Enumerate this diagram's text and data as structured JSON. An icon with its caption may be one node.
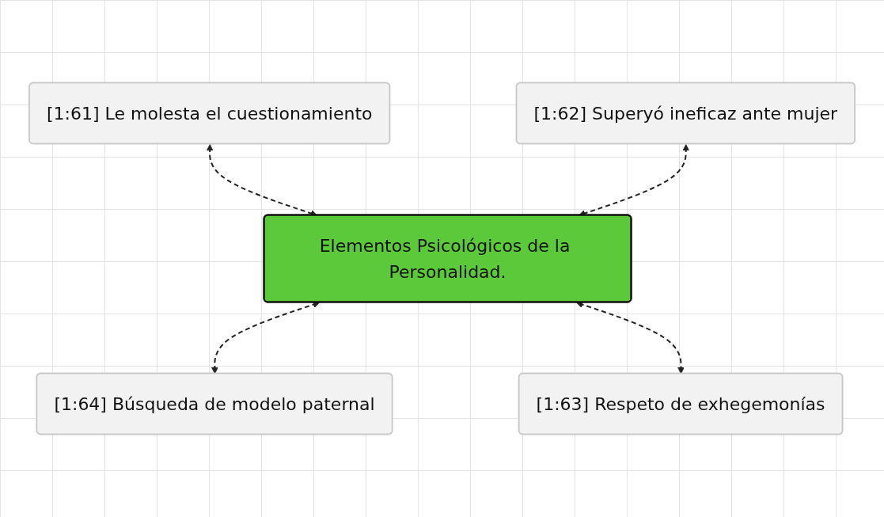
{
  "diagram": {
    "nodes": [
      {
        "text": [
          "[1:61] Le molesta el cuestionamiento"
        ]
      },
      {
        "text": [
          "[1:62] Superyó ineficaz ante mujer"
        ]
      },
      {
        "text": [
          "Elementos Psicológicos de la Personalidad."
        ]
      },
      {
        "text": [
          "[1:64] Búsqueda de modelo paternal"
        ]
      },
      {
        "text": [
          "[1:63] Respeto de exhegemonías"
        ]
      }
    ],
    "edges": [
      {
        "from": 0,
        "to": 2,
        "arrow": "both",
        "style": "dashed"
      },
      {
        "from": 1,
        "to": 2,
        "arrow": "both",
        "style": "dashed"
      },
      {
        "from": 2,
        "to": 3,
        "arrow": "both",
        "style": "dashed"
      },
      {
        "from": 2,
        "to": 4,
        "arrow": "both",
        "style": "dashed"
      }
    ]
  }
}
